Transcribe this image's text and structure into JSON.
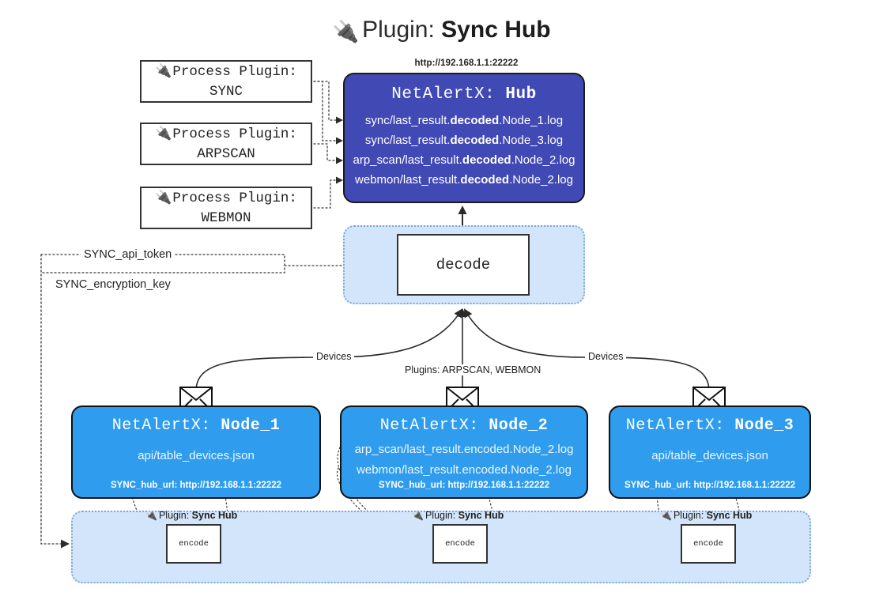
{
  "title": {
    "icon": "plug-icon",
    "prefix": "Plugin:",
    "name": "Sync Hub"
  },
  "process_plugins": [
    {
      "icon": "plug-icon",
      "line1": "Process Plugin:",
      "line2": "SYNC"
    },
    {
      "icon": "plug-icon",
      "line1": "Process Plugin:",
      "line2": "ARPSCAN"
    },
    {
      "icon": "plug-icon",
      "line1": "Process Plugin:",
      "line2": "WEBMON"
    }
  ],
  "hub": {
    "url": "http://192.168.1.1:22222",
    "title_prefix": "NetAlertX:",
    "title_name": "Hub",
    "rows": [
      {
        "pre": "sync/last_result.",
        "bold": "decoded",
        "post": ".Node_1.log"
      },
      {
        "pre": "sync/last_result.",
        "bold": "decoded",
        "post": ".Node_3.log"
      },
      {
        "pre": "arp_scan/last_result.",
        "bold": "decoded",
        "post": ".Node_2.log"
      },
      {
        "pre": "webmon/last_result.",
        "bold": "decoded",
        "post": ".Node_2.log"
      }
    ]
  },
  "decode": {
    "label": "decode"
  },
  "keys": {
    "api_token": "SYNC_api_token",
    "encryption_key": "SYNC_encryption_key"
  },
  "edge_labels": {
    "devices_left": "Devices",
    "devices_right": "Devices",
    "plugins_center": "Plugins: ARPSCAN, WEBMON"
  },
  "nodes": [
    {
      "title_prefix": "NetAlertX:",
      "title_name": "Node_1",
      "lines": [
        "api/table_devices.json"
      ],
      "hub_url": "SYNC_hub_url: http://192.168.1.1:22222",
      "envelope_icon": "envelope-icon"
    },
    {
      "title_prefix": "NetAlertX:",
      "title_name": "Node_2",
      "lines": [
        "arp_scan/last_result.encoded.Node_2.log",
        "webmon/last_result.encoded.Node_2.log"
      ],
      "hub_url": "SYNC_hub_url: http://192.168.1.1:22222",
      "envelope_icon": "envelope-icon"
    },
    {
      "title_prefix": "NetAlertX:",
      "title_name": "Node_3",
      "lines": [
        "api/table_devices.json"
      ],
      "hub_url": "SYNC_hub_url: http://192.168.1.1:22222",
      "envelope_icon": "envelope-icon"
    }
  ],
  "encoders": [
    {
      "icon": "plug-icon",
      "label_prefix": "Plugin:",
      "label_name": "Sync Hub",
      "box": "encode"
    },
    {
      "icon": "plug-icon",
      "label_prefix": "Plugin:",
      "label_name": "Sync Hub",
      "box": "encode"
    },
    {
      "icon": "plug-icon",
      "label_prefix": "Plugin:",
      "label_name": "Sync Hub",
      "box": "encode"
    }
  ],
  "colors": {
    "hub_fill": "#4149b5",
    "node_fill": "#2f9ced",
    "zone_fill": "#d3e5fa",
    "zone_border": "#7aa9d8",
    "box_border": "#333333",
    "page_bg": "#ffffff"
  }
}
